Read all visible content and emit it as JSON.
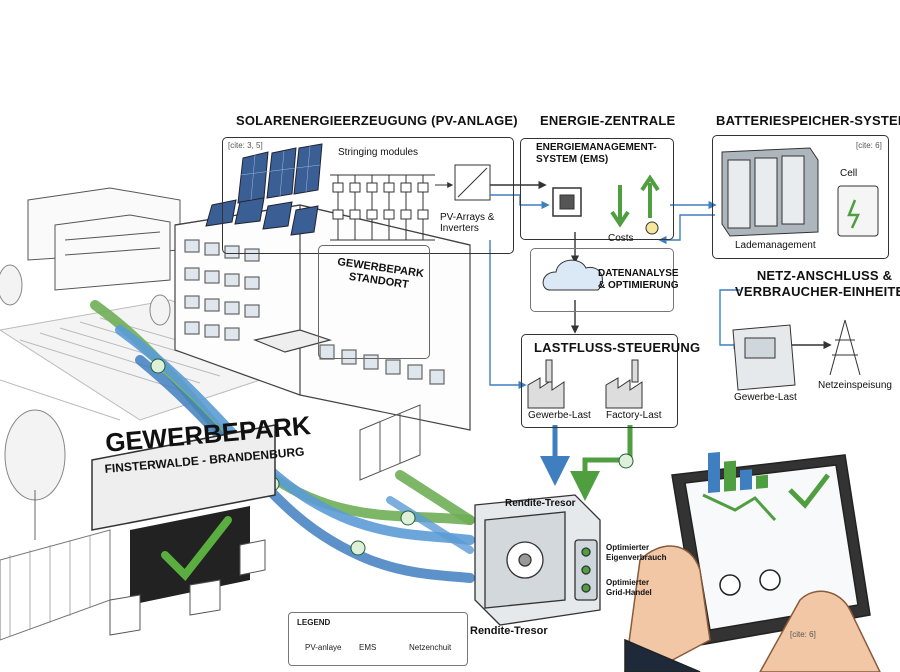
{
  "sections": {
    "pv": {
      "title": "SOLARENERGIEERZEUGUNG (PV-ANLAGE)",
      "cite": "[cite: 3, 5]",
      "stringing": "Stringing modules",
      "arrays": "PV-Arrays &\nInverters"
    },
    "center": {
      "title": "ENERGIE-ZENTRALE",
      "ems": "ENERGIEMANAGEMENT-\nSYSTEM (EMS)",
      "costs": "Costs",
      "analysis": "DATENANALYSE\n& OPTIMIERUNG"
    },
    "battery": {
      "title": "BATTERIESPEICHER-SYSTEM",
      "cite": "[cite: 6]",
      "cell": "Cell",
      "lade": "Lademanagement"
    },
    "grid": {
      "title": "NETZ-ANSCHLUSS &\nVERBRAUCHER-EINHEITEN",
      "last": "Gewerbe-Last",
      "feed": "Netzeinspeisung"
    },
    "load": {
      "title": "LASTFLUSS-STEUERUNG",
      "gewerbe": "Gewerbe-Last",
      "factory": "Factory-Last"
    }
  },
  "park": {
    "label": "GEWERBEPARK\nSTANDORT",
    "sign_title": "GEWERBEPARK",
    "sign_sub": "FINSTERWALDE - BRANDENBURG"
  },
  "vault": {
    "title": "Rendite-Tresor",
    "title_bottom": "Rendite-Tresor",
    "opt1": "Optimierter\nEigenverbrauch",
    "opt2": "Optimierter\nGrid-Handel"
  },
  "tablet": {
    "cite": "[cite: 6]"
  },
  "legend": {
    "title": "LEGEND",
    "items": [
      "PV-anlaye",
      "EMS",
      "Netzenchuit"
    ]
  },
  "colors": {
    "green": "#4f9e3f",
    "blue": "#3f7fbf",
    "ink": "#222222"
  }
}
